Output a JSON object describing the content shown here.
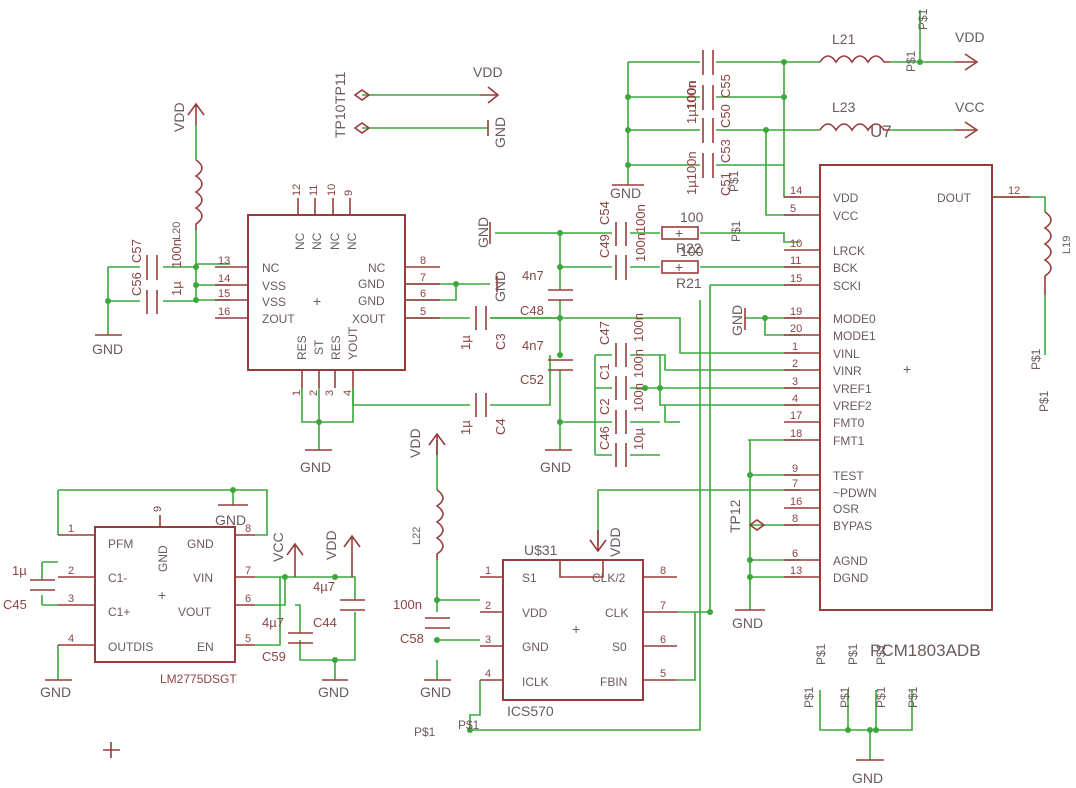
{
  "chips": {
    "pcm": {
      "name": "PCM1803ADB",
      "overlay": "U7",
      "left_pins": [
        {
          "num": "14",
          "name": "VDD"
        },
        {
          "num": "5",
          "name": "VCC"
        },
        {
          "num": "10",
          "name": "LRCK"
        },
        {
          "num": "11",
          "name": "BCK"
        },
        {
          "num": "15",
          "name": "SCKI"
        },
        {
          "num": "19",
          "name": "MODE0"
        },
        {
          "num": "20",
          "name": "MODE1"
        },
        {
          "num": "1",
          "name": "VINL"
        },
        {
          "num": "2",
          "name": "VINR"
        },
        {
          "num": "3",
          "name": "VREF1"
        },
        {
          "num": "4",
          "name": "VREF2"
        },
        {
          "num": "17",
          "name": "FMT0"
        },
        {
          "num": "18",
          "name": "FMT1"
        },
        {
          "num": "9",
          "name": "TEST"
        },
        {
          "num": "7",
          "name": "~PDWN"
        },
        {
          "num": "16",
          "name": "OSR"
        },
        {
          "num": "8",
          "name": "BYPAS"
        },
        {
          "num": "6",
          "name": "AGND"
        },
        {
          "num": "13",
          "name": "DGND"
        }
      ],
      "right_pin": {
        "num": "12",
        "name": "DOUT"
      }
    },
    "osc": {
      "left_pins": [
        {
          "num": "13",
          "name": "NC"
        },
        {
          "num": "14",
          "name": "VSS"
        },
        {
          "num": "15",
          "name": "VSS"
        },
        {
          "num": "16",
          "name": "ZOUT"
        }
      ],
      "right_pins": [
        {
          "num": "8",
          "name": "NC"
        },
        {
          "num": "7",
          "name": "GND"
        },
        {
          "num": "6",
          "name": "GND"
        },
        {
          "num": "5",
          "name": "XOUT"
        }
      ],
      "top_pins": [
        {
          "num": "12",
          "name": "NC"
        },
        {
          "num": "11",
          "name": "NC"
        },
        {
          "num": "10",
          "name": "NC"
        },
        {
          "num": "9",
          "name": "NC"
        }
      ],
      "bottom_pins": [
        {
          "num": "1",
          "name": "RES"
        },
        {
          "num": "2",
          "name": "ST"
        },
        {
          "num": "3",
          "name": "RES"
        },
        {
          "num": "4",
          "name": "YOUT"
        }
      ]
    },
    "lm": {
      "name": "LM2775DSGT",
      "left_pins": [
        {
          "num": "1",
          "name": "PFM"
        },
        {
          "num": "2",
          "name": "C1-"
        },
        {
          "num": "3",
          "name": "C1+"
        },
        {
          "num": "4",
          "name": "OUTDIS"
        }
      ],
      "right_pins": [
        {
          "num": "8",
          "name": "GND"
        },
        {
          "num": "7",
          "name": "VIN"
        },
        {
          "num": "6",
          "name": "VOUT"
        },
        {
          "num": "5",
          "name": "EN"
        }
      ],
      "top_pin": {
        "num": "9",
        "name": "GND"
      }
    },
    "ics": {
      "name": "ICS570",
      "ref": "U$31",
      "left_pins": [
        {
          "num": "1",
          "name": "S1"
        },
        {
          "num": "2",
          "name": "VDD"
        },
        {
          "num": "3",
          "name": "GND"
        },
        {
          "num": "4",
          "name": "ICLK"
        }
      ],
      "right_pins": [
        {
          "num": "8",
          "name": "CLK/2"
        },
        {
          "num": "7",
          "name": "CLK"
        },
        {
          "num": "6",
          "name": "S0"
        },
        {
          "num": "5",
          "name": "FBIN"
        }
      ]
    }
  },
  "labels": {
    "vdd": "VDD",
    "vcc": "VCC",
    "gnd": "GND",
    "ps": "P$1",
    "tp10": "TP10",
    "tp11": "TP11",
    "tp12": "TP12",
    "l21": "L21",
    "l23": "L23",
    "l20": "L20",
    "l19": "L19",
    "l22": "L22",
    "r22": "R22",
    "r21": "R21",
    "r100": "100",
    "c57": "C57",
    "c56": "C56",
    "c3": "C3",
    "c4": "C4",
    "c48": "C48",
    "c52": "C52",
    "c47": "C47",
    "c1": "C1",
    "c2": "C2",
    "c46": "C46",
    "c49": "C49",
    "c54": "C54",
    "c51": "C51",
    "c53": "C53",
    "c50": "C50",
    "c55": "C55",
    "c45": "C45",
    "c59": "C59",
    "c44": "C44",
    "c58": "C58",
    "v100n": "100n",
    "v1u": "1µ",
    "v4n7": "4n7",
    "v10u": "10µ",
    "v4u7": "4µ7",
    "v1u100n": "1µ100n",
    "v100n100n": "100n100n"
  },
  "colors": {
    "net": "#3aa83a",
    "part": "#9a3b3b",
    "text": "#6b5b5b"
  }
}
